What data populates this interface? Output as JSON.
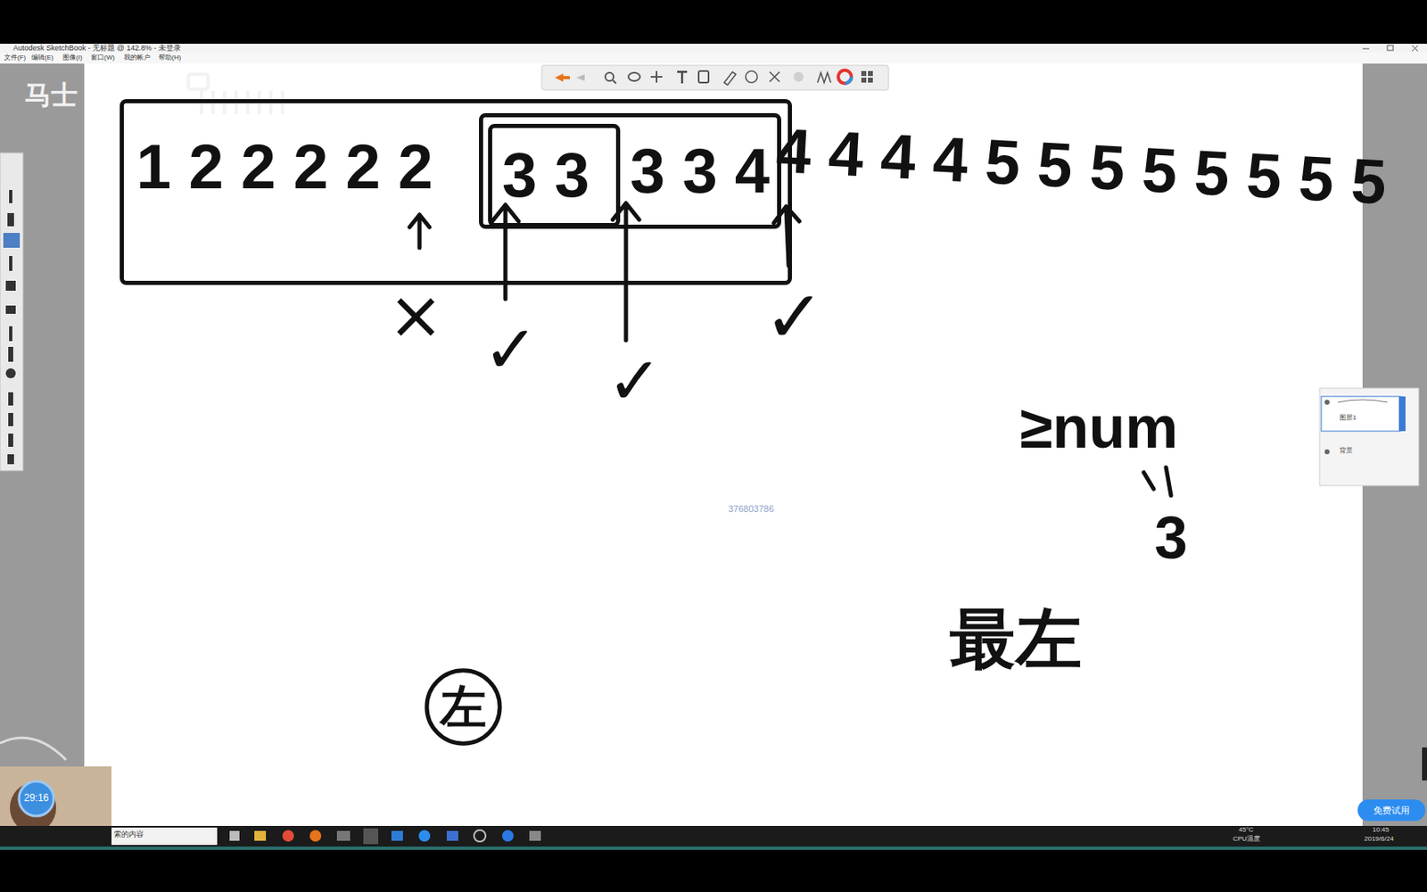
{
  "diagram": {
    "nodes": [
      {
        "text": [
          "1 2 2 2 2 2"
        ]
      },
      {
        "text": [
          "3 3 4"
        ],
        "in": 0
      },
      {
        "text": [
          "3 3"
        ],
        "in": 1
      },
      {
        "text": [
          "左"
        ]
      }
    ],
    "labels": [
      "4 4 4 4 5 5 5 5 5 5 5 5",
      "×",
      "✓",
      "✓",
      "✓",
      "≥num",
      "3",
      "最左",
      "Autodesk SketchBook - 无标题 @ 142.8% - 未登录",
      "文件(F)",
      "编辑(E)",
      "图像(I)",
      "窗口(W)",
      "我的帐户",
      "帮助(H)",
      "马士",
      "376803786",
      "图层1",
      "背景",
      "29:16",
      "免费试用",
      "索的内容",
      "45°C",
      "CPU温度",
      "10:45",
      "2019/6/24"
    ]
  }
}
